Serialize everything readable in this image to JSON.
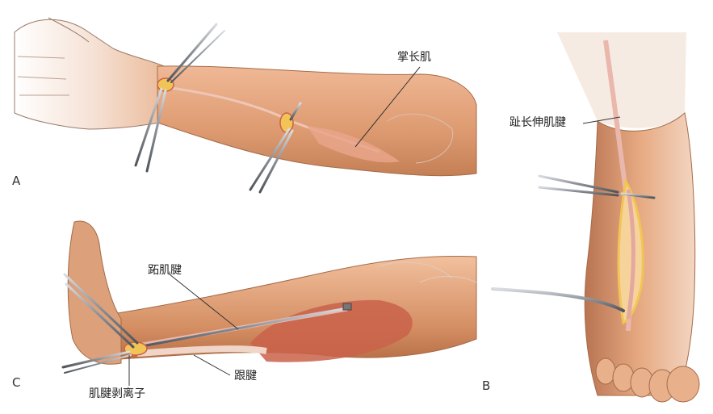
{
  "panels": {
    "a": {
      "letter": "A",
      "label": "掌长肌"
    },
    "b": {
      "letter": "B",
      "label": "趾长伸肌腱"
    },
    "c": {
      "letter": "C",
      "label_top": "跖肌腱",
      "label_right": "跟腱",
      "label_bottom": "肌腱剥离子"
    }
  },
  "colors": {
    "skin": "#e8a67e",
    "skin_shadow": "#c98058",
    "tendon": "#eab7ad",
    "muscle": "#c9624a",
    "incision": "#f2c455",
    "instrument": "#8a8f96"
  }
}
